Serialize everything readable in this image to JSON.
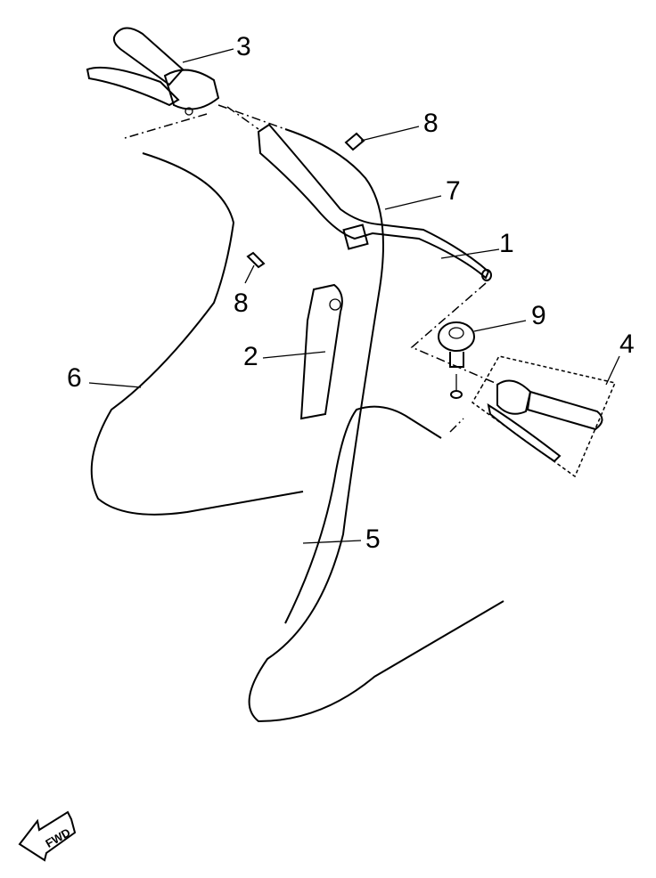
{
  "diagram": {
    "callouts": [
      {
        "id": "1",
        "label": "1"
      },
      {
        "id": "2",
        "label": "2"
      },
      {
        "id": "3",
        "label": "3"
      },
      {
        "id": "4",
        "label": "4"
      },
      {
        "id": "5",
        "label": "5"
      },
      {
        "id": "6",
        "label": "6"
      },
      {
        "id": "7",
        "label": "7"
      },
      {
        "id": "8a",
        "label": "8"
      },
      {
        "id": "8b",
        "label": "8"
      },
      {
        "id": "9",
        "label": "9"
      }
    ],
    "fwd_arrow": {
      "text": "FWD"
    }
  }
}
